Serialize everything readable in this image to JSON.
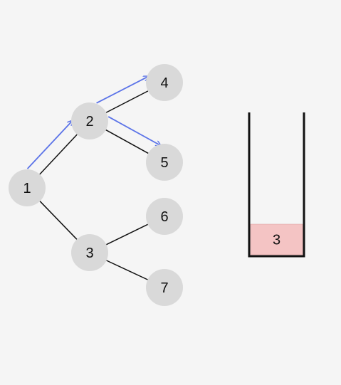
{
  "colors": {
    "background": "#f5f5f5",
    "node_fill": "#d9d9d9",
    "edge": "#111111",
    "arrow": "#5b73e8",
    "stack_outline": "#111111",
    "stack_item_fill": "#f4c4c4"
  },
  "tree": {
    "nodes": [
      {
        "id": "1",
        "label": "1"
      },
      {
        "id": "2",
        "label": "2"
      },
      {
        "id": "3",
        "label": "3"
      },
      {
        "id": "4",
        "label": "4"
      },
      {
        "id": "5",
        "label": "5"
      },
      {
        "id": "6",
        "label": "6"
      },
      {
        "id": "7",
        "label": "7"
      }
    ],
    "edges": [
      {
        "from": "1",
        "to": "2"
      },
      {
        "from": "1",
        "to": "3"
      },
      {
        "from": "2",
        "to": "4"
      },
      {
        "from": "2",
        "to": "5"
      },
      {
        "from": "3",
        "to": "6"
      },
      {
        "from": "3",
        "to": "7"
      }
    ],
    "traversal_arrows": [
      {
        "from": "1",
        "to": "2"
      },
      {
        "from": "2",
        "to": "4"
      },
      {
        "from": "2",
        "to": "5"
      }
    ]
  },
  "stack": {
    "items": [
      "3"
    ]
  }
}
